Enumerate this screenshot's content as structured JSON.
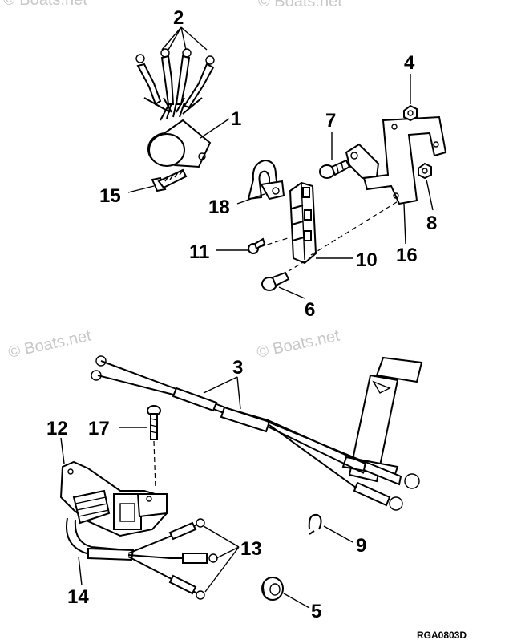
{
  "watermark": {
    "text": "© Boats.net"
  },
  "callouts": {
    "c1": "1",
    "c2": "2",
    "c3": "3",
    "c4": "4",
    "c5": "5",
    "c6": "6",
    "c7": "7",
    "c8": "8",
    "c9": "9",
    "c10": "10",
    "c11": "11",
    "c12": "12",
    "c13": "13",
    "c14": "14",
    "c15": "15",
    "c16": "16",
    "c17": "17",
    "c18": "18"
  },
  "drawing_code": "RGA0803D"
}
